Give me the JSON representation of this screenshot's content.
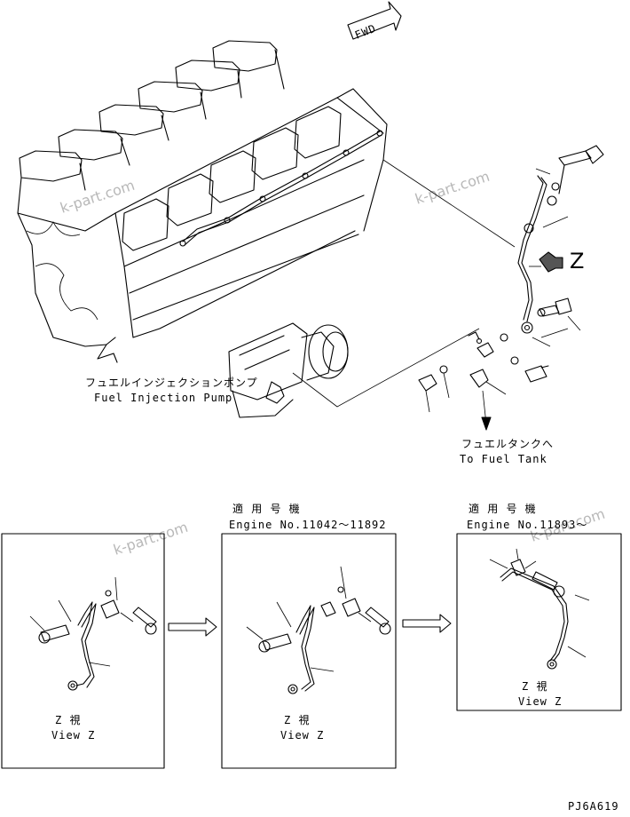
{
  "fwd_label": "FWD",
  "z_marker": "Z",
  "pump_label_jp": "フュエルインジェクションポンプ",
  "pump_label_en": "Fuel Injection Pump",
  "tank_label_jp": "フュエルタンクへ",
  "tank_label_en": "To Fuel Tank",
  "views": [
    {
      "view_jp": "Z 視",
      "view_en": "View Z",
      "applicable_jp": "",
      "applicable_en": ""
    },
    {
      "view_jp": "Z 視",
      "view_en": "View Z",
      "applicable_jp": "適 用 号 機",
      "applicable_en": "Engine No.11042〜11892"
    },
    {
      "view_jp": "Z 視",
      "view_en": "View Z",
      "applicable_jp": "適 用 号 機",
      "applicable_en": "Engine No.11893〜"
    }
  ],
  "watermark": "k-part.com",
  "drawing_code": "PJ6A619"
}
